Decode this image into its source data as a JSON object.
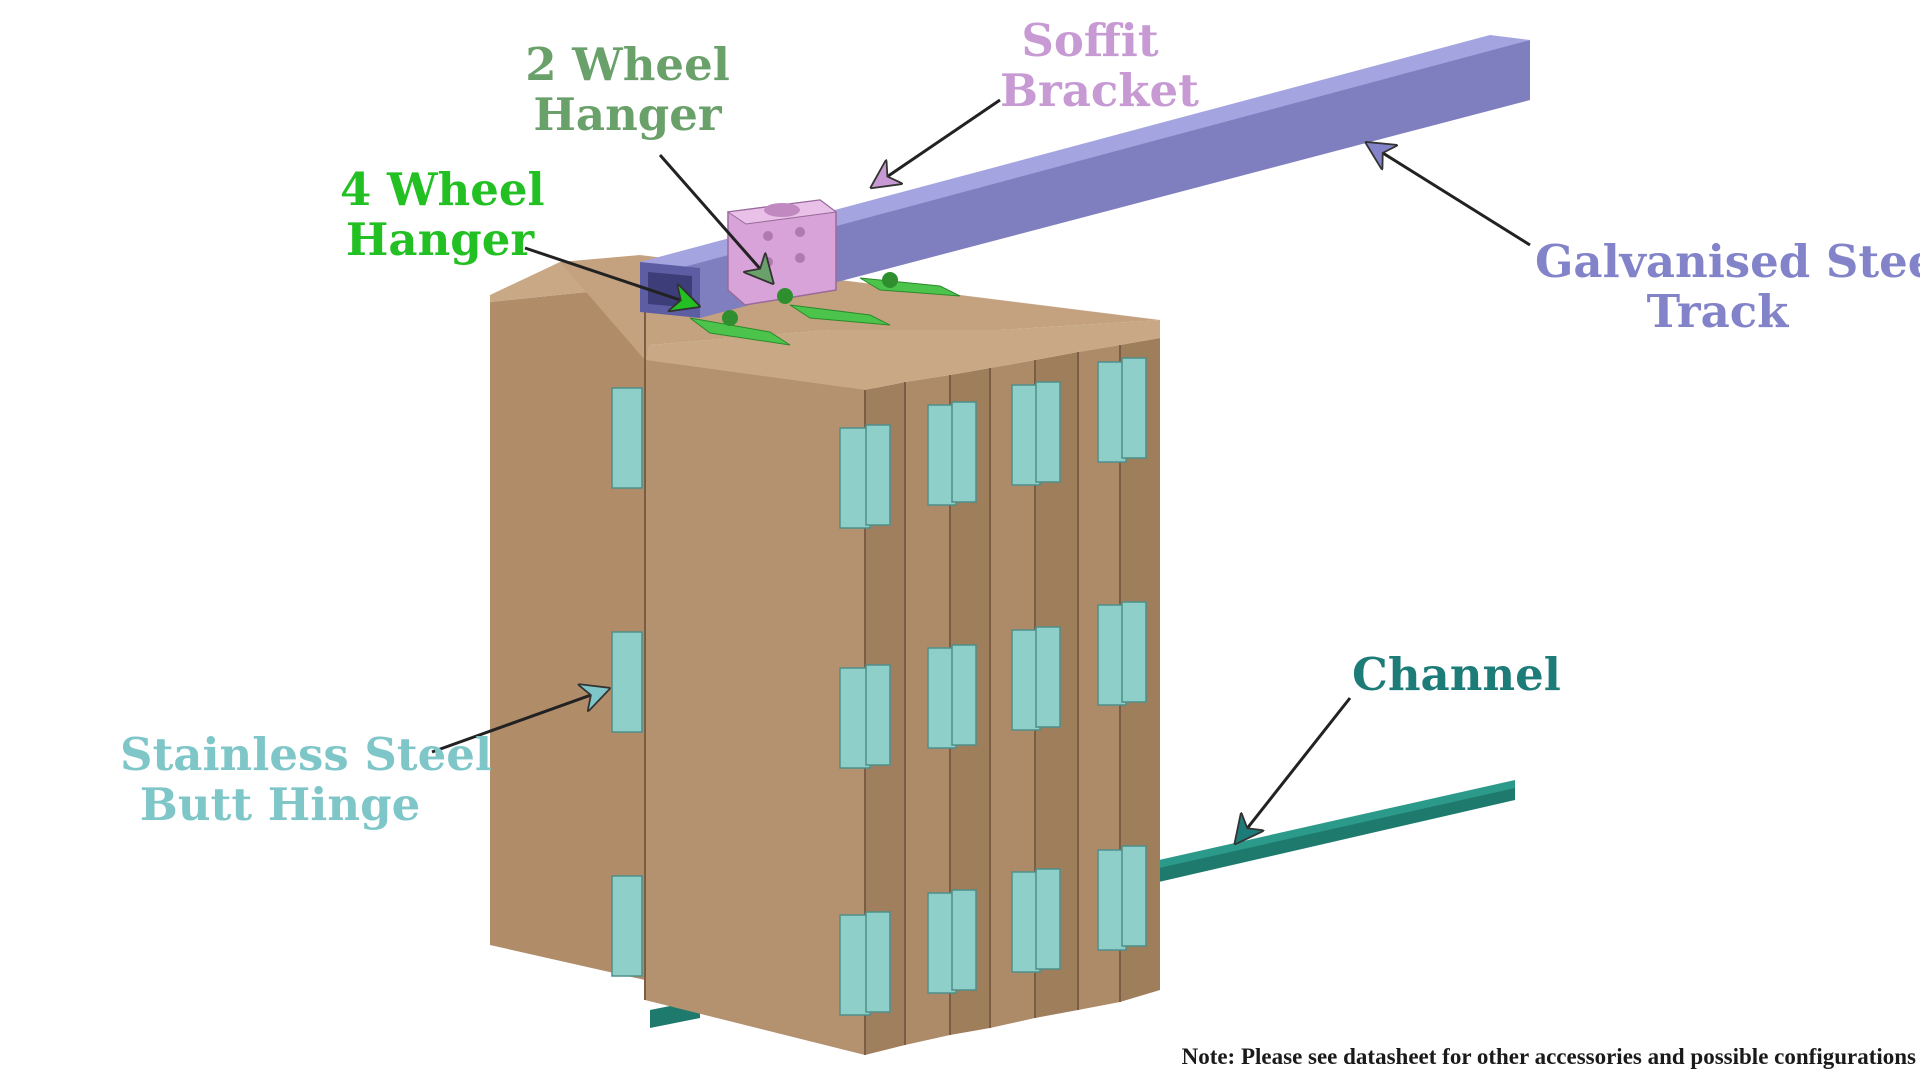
{
  "labels": {
    "soffit_bracket": {
      "line1": "Soffit",
      "line2": "Bracket",
      "color": "#c79ad4"
    },
    "two_wheel_hanger": {
      "line1": "2 Wheel",
      "line2": "Hanger",
      "color": "#6aa06a"
    },
    "four_wheel_hanger": {
      "line1": "4 Wheel",
      "line2": "Hanger",
      "color": "#22c022"
    },
    "galvanised_track": {
      "line1": "Galvanised Steel",
      "line2": "Track",
      "color": "#8383c9"
    },
    "channel": {
      "line1": "Channel",
      "color": "#1e7c78"
    },
    "butt_hinge": {
      "line1": "Stainless Steel",
      "line2": "Butt Hinge",
      "color": "#7fc6c9"
    }
  },
  "note": "Note: Please see datasheet for other accessories and possible configurations",
  "colors": {
    "door_face": "#b4916f",
    "door_side": "#9b7a59",
    "door_top": "#c9a885",
    "hinge": "#8fcfca",
    "track": "#8585c9",
    "bracket": "#d8a3d8",
    "hanger_plate": "#4cc44c",
    "channel": "#1f7a6e"
  }
}
